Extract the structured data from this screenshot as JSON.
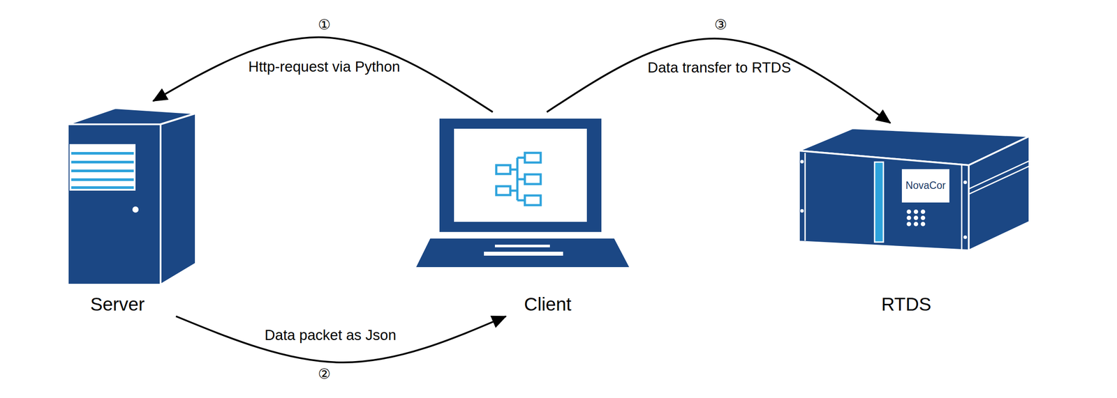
{
  "diagram": {
    "nodes": [
      {
        "text": [
          "Server"
        ]
      },
      {
        "text": [
          "Client"
        ]
      },
      {
        "text": [
          "RTDS"
        ]
      }
    ],
    "edges": [
      {
        "from": 1,
        "to": 0,
        "label": "Http-request via Python",
        "arrow": "to"
      },
      {
        "from": 0,
        "to": 1,
        "label": "Data packet as Json",
        "arrow": "to"
      },
      {
        "from": 1,
        "to": 2,
        "label": "Data transfer to RTDS",
        "arrow": "to"
      }
    ],
    "labels": [
      "①",
      "②",
      "③",
      "NovaCor"
    ]
  }
}
